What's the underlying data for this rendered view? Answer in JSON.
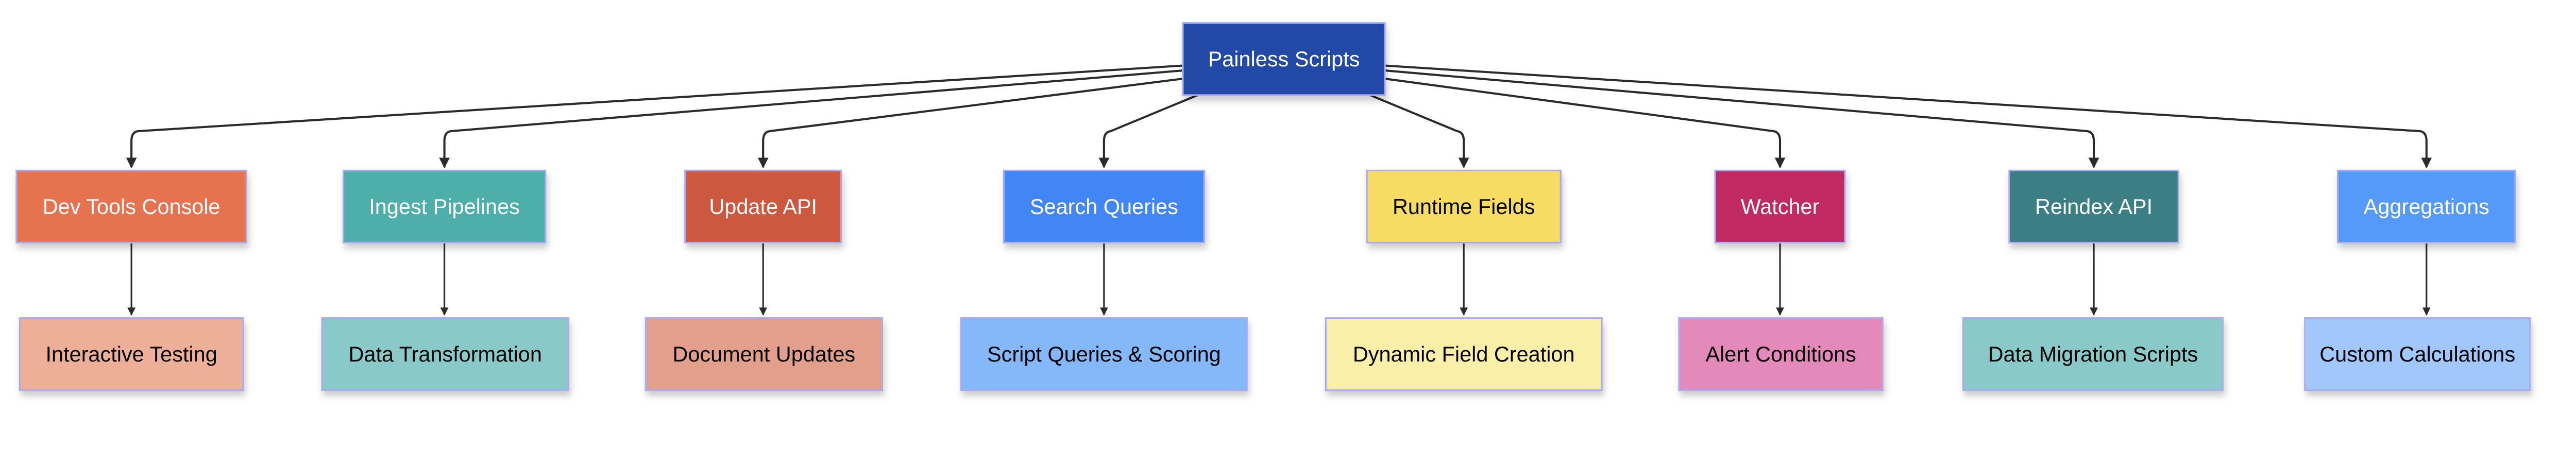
{
  "root": {
    "label": "Painless Scripts",
    "color": "#2349a5",
    "text_color": "#ffffff"
  },
  "branches": [
    {
      "label": "Dev Tools Console",
      "color": "#e5734f",
      "text_color": "#ffffff",
      "child": {
        "label": "Interactive Testing",
        "color": "#edaf97"
      }
    },
    {
      "label": "Ingest Pipelines",
      "color": "#4daeaa",
      "text_color": "#ffffff",
      "child": {
        "label": "Data Transformation",
        "color": "#89c9c7"
      }
    },
    {
      "label": "Update API",
      "color": "#cd5841",
      "text_color": "#ffffff",
      "child": {
        "label": "Document Updates",
        "color": "#e2a08c"
      }
    },
    {
      "label": "Search Queries",
      "color": "#4285f4",
      "text_color": "#ffffff",
      "child": {
        "label": "Script Queries & Scoring",
        "color": "#84b8f8"
      }
    },
    {
      "label": "Runtime Fields",
      "color": "#f6dc63",
      "text_color": "#000000",
      "child": {
        "label": "Dynamic Field Creation",
        "color": "#faefa9"
      }
    },
    {
      "label": "Watcher",
      "color": "#c12a63",
      "text_color": "#ffffff",
      "child": {
        "label": "Alert Conditions",
        "color": "#e48aba"
      }
    },
    {
      "label": "Reindex API",
      "color": "#3b7e84",
      "text_color": "#ffffff",
      "child": {
        "label": "Data Migration Scripts",
        "color": "#89c9c7"
      }
    },
    {
      "label": "Aggregations",
      "color": "#549af8",
      "text_color": "#ffffff",
      "child": {
        "label": "Custom Calculations",
        "color": "#a2c8fb"
      }
    }
  ],
  "border_color": "#aaaaf5",
  "edge_color": "#2b2b2b"
}
